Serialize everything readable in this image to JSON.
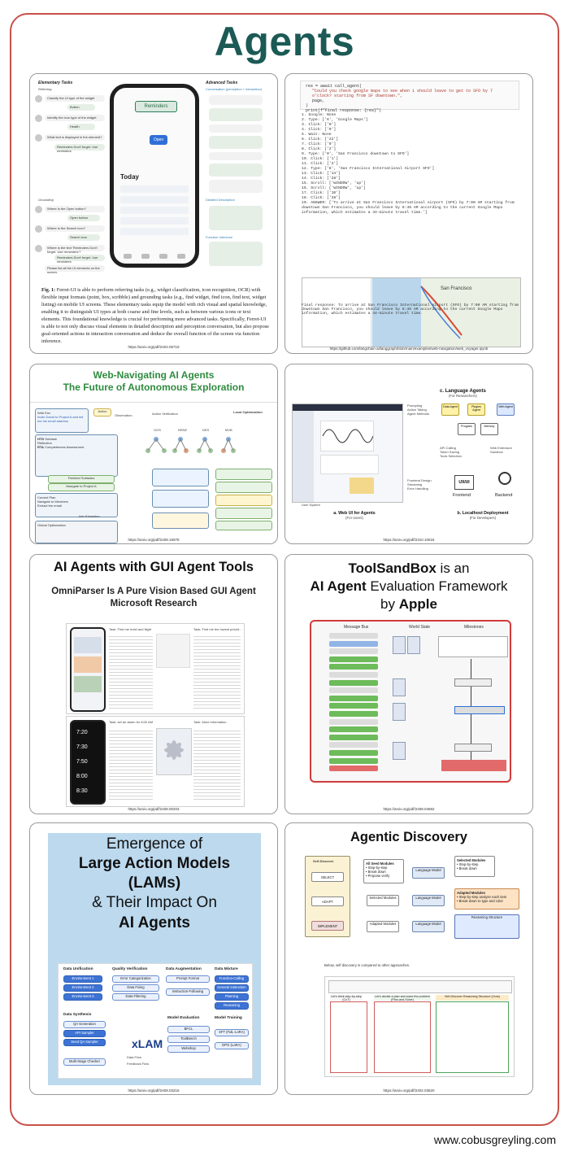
{
  "header": {
    "title": "Agents"
  },
  "footer": {
    "site": "www.cobusgreyling.com"
  },
  "panels": {
    "ferret": {
      "left_title": "Elementary Tasks",
      "right_title": "Advanced Tasks",
      "left_sections": [
        "Referring",
        "Grounding"
      ],
      "right_sections": [
        "Conversation (perception + interaction)",
        "Detailed Description",
        "Function Inference"
      ],
      "left_bubbles": [
        "Classify the UI type of the widget",
        "Button",
        "Identify the icon type of the widget",
        "Health",
        "What text is displayed in the element?",
        "Reminders Don't forget. Use reminders",
        "Where is the Open button?",
        "Open button",
        "Where is the Search icon?",
        "Search icon",
        "Where is the text 'Reminders Don't forget. Use reminders'?",
        "Reminders Don't forget. Use reminders",
        "Please list all the UI elements on the screen."
      ],
      "phone_pill": "Reminders",
      "phone_today": "Today",
      "phone_button": "Open",
      "caption_lead": "Fig. 1:",
      "caption": " Ferret-UI is able to perform referring tasks (e.g., widget classification, icon recognition, OCR) with flexible input formats (point, box, scribble) and grounding tasks (e.g., find widget, find icon, find text, widget listing) on mobile UI screens. These elementary tasks equip the model with rich visual and spatial knowledge, enabling it to distinguish UI types at both coarse and fine levels, such as between various icons or text elements. This foundational knowledge is crucial for performing more advanced tasks. Specifically, Ferret-UI is able to not only discuss visual elements in detailed description and perception conversation, but also propose goal-oriented actions in interaction conversation and deduce the overall function of the screen via function inference.",
      "url": "https://arxiv.org/pdf/2404.05719"
    },
    "webnav": {
      "code": [
        "res = await call_agent(",
        "  \"Could you check google maps to see when i should leave to get to SFO by 7 o'clock? starting from SF downtown.\",",
        "  page,",
        ")",
        "print(f\"Final response: {res}\")"
      ],
      "steps": [
        "1. Google: None",
        "2. Type: ['6', 'Google Maps']",
        "3. Click: ['0']",
        "4. Click: ['0']",
        "5. Wait: None",
        "6. Click: ['22']",
        "7. Click: ['0']",
        "8. Click: ['2']",
        "9. Type: ['0', 'San Francisco downtown to SFO']",
        "10. Click: ['1']",
        "11. Click: ['2']",
        "12. Type: ['8', 'San Francisco International Airport SFO']",
        "13. Click: ['14']",
        "14. Click: ['28']",
        "15. Scroll: ['WINDOW', 'up']",
        "16. Scroll: ['WINDOW', 'up']",
        "17. Click: ['10']",
        "18. Click: ['28']",
        "19. ANSWER: ['To arrive at San Francisco International Airport (SFO) by 7:00 AM starting from downtown San Francisco, you should leave by 6:46 AM according to the current Google Maps information, which estimates a 44-minute travel time.']"
      ],
      "map_city": "San Francisco",
      "final_response": "Final response: To arrive at San Francisco International Airport (SFO) by 7:00 AM starting from downtown San Francisco, you should leave by 6:46 AM according to the current Google Maps information, which estimates a 44-minute travel time.",
      "url": "https://github.com/langchain-ai/langgraph/blob/main/examples/web-navigation/web_voyager.ipynb"
    },
    "explore": {
      "title_line1": "Web-Navigating AI Agents",
      "title_line2": "The Future of Autonomous Exploration",
      "labels": [
        "Web Env",
        "Invite David to Project A and tell me his email address",
        "Action",
        "Action Verification",
        "Observation",
        "Local Optimization",
        "HTD",
        "Subtask",
        "Reflection",
        "RTA",
        "Completeness Assessment",
        "Finished Subtasks",
        "Navigate to Project A",
        "Current Plan",
        "Navigate to Members",
        "Extract the email",
        "Info Extraction",
        "Global Optimization",
        "GOS",
        "RENE",
        "DES",
        "MVB"
      ],
      "url": "https://arxiv.org/pdf/2408.15978"
    },
    "agentic_ui": {
      "top_label": "c.",
      "top_title": "Language Agents",
      "top_sub": "(For Researchers)",
      "bullets_top": [
        "Prompting",
        "Action Taking",
        "Agent Methods"
      ],
      "bullets_mid": [
        "API Calling",
        "Token Saving",
        "Tools Selection"
      ],
      "bullets_right": [
        "Web Extension",
        "Sandbox"
      ],
      "bullets_low": [
        "Frontend Design",
        "Streaming",
        "Error Handling"
      ],
      "nodes": [
        "Data Agent",
        "Plugins Agent",
        "Web Agent",
        "Program",
        "Memory"
      ],
      "ux_label": "UX/UI",
      "frontend": "Frontend",
      "backend": "Backend",
      "users_label": "User System",
      "cap_a_label": "a.",
      "cap_a_title": "Web UI for Agents",
      "cap_a_sub": "(For Users)",
      "cap_b_label": "b.",
      "cap_b_title": "Localhost Deployment",
      "cap_b_sub": "(For Developers)",
      "url": "https://arxiv.org/pdf/2310.10634"
    },
    "omniparser": {
      "title": "AI Agents with GUI Agent Tools",
      "subtitle_line1": "OmniParser Is A Pure Vision Based GUI Agent",
      "subtitle_line2": "Microsoft Research",
      "clock_times": [
        "7:20",
        "7:30",
        "7:50",
        "8:00",
        "8:30"
      ],
      "task_labels": [
        "Task: Find me hotel and flight",
        "Task: Find me the lowest priced...",
        "Task: set an alarm for 8:00 AM",
        "Task: More information"
      ],
      "url": "https://arxiv.org/pdf/2408.00203"
    },
    "toolsandbox": {
      "title_part1": "ToolSandBox",
      "title_part2": " is an",
      "title_part3": "AI Agent",
      "title_part4": " Evaluation Framework",
      "title_part5": "by ",
      "title_part6": "Apple",
      "columns": [
        "Message Bus",
        "World State",
        "Milestones"
      ],
      "url": "https://arxiv.org/pdf/2408.04682"
    },
    "lam": {
      "title_line1": "Emergence of",
      "title_line2": "Large Action Models",
      "title_line3": "(LAMs)",
      "title_line4": "& Their Impact On",
      "title_line5": "AI Agents",
      "sections": [
        "Data Unification",
        "Quality Verification",
        "Data Augmentation",
        "Data Mixture",
        "Data Synthesis",
        "Model Evaluation",
        "Model Training"
      ],
      "env_boxes": [
        "Environment 1",
        "Environment 2",
        "Environment 3"
      ],
      "qv_boxes": [
        "Error Categorization",
        "Data Fixing",
        "Data Filtering"
      ],
      "aug_boxes": [
        "Prompt Format",
        "Instruction-Following"
      ],
      "mix_boxes": [
        "Function-Calling",
        "General Instruction",
        "Planning",
        "Reasoning"
      ],
      "syn_boxes": [
        "QA Generation",
        "API Sampler",
        "Seed QA Sampler",
        "Multi-Stage Checker"
      ],
      "eval_boxes": [
        "BFCL",
        "ToolBench",
        "Webshop"
      ],
      "train_boxes": [
        "SFT (FulL-LoRA)",
        "DPO (LoRA)"
      ],
      "xlam": "xLAM",
      "flow_labels": [
        "Data Flow",
        "Feedback Flow"
      ],
      "url": "https://arxiv.org/pdf/2409.03215"
    },
    "discovery": {
      "title": "Agentic Discovery",
      "self_discover": "Self-Discover",
      "stages": [
        "SELECT",
        "ADAPT",
        "IMPLEMENT"
      ],
      "modules": [
        "All Seed Modules",
        "Selected Modules",
        "Adapted Modules",
        "Reasoning Structure"
      ],
      "lm": "Language Model",
      "selected_items": [
        "Step-by-step",
        "Break down",
        "Propose verify"
      ],
      "adapted_items": [
        "Step-by-step analyze each item",
        "Break down to type and color"
      ],
      "note": "Below, self discovery is compared to other approaches.",
      "col_heads": [
        "Let's think step-by-step (CoT)",
        "Let's devise a plan and solve the problem (Plan-and-Solve)",
        "Self-Discover Reasoning Structure (Ours)"
      ],
      "url": "https://arxiv.org/pdf/2402.03620"
    }
  }
}
